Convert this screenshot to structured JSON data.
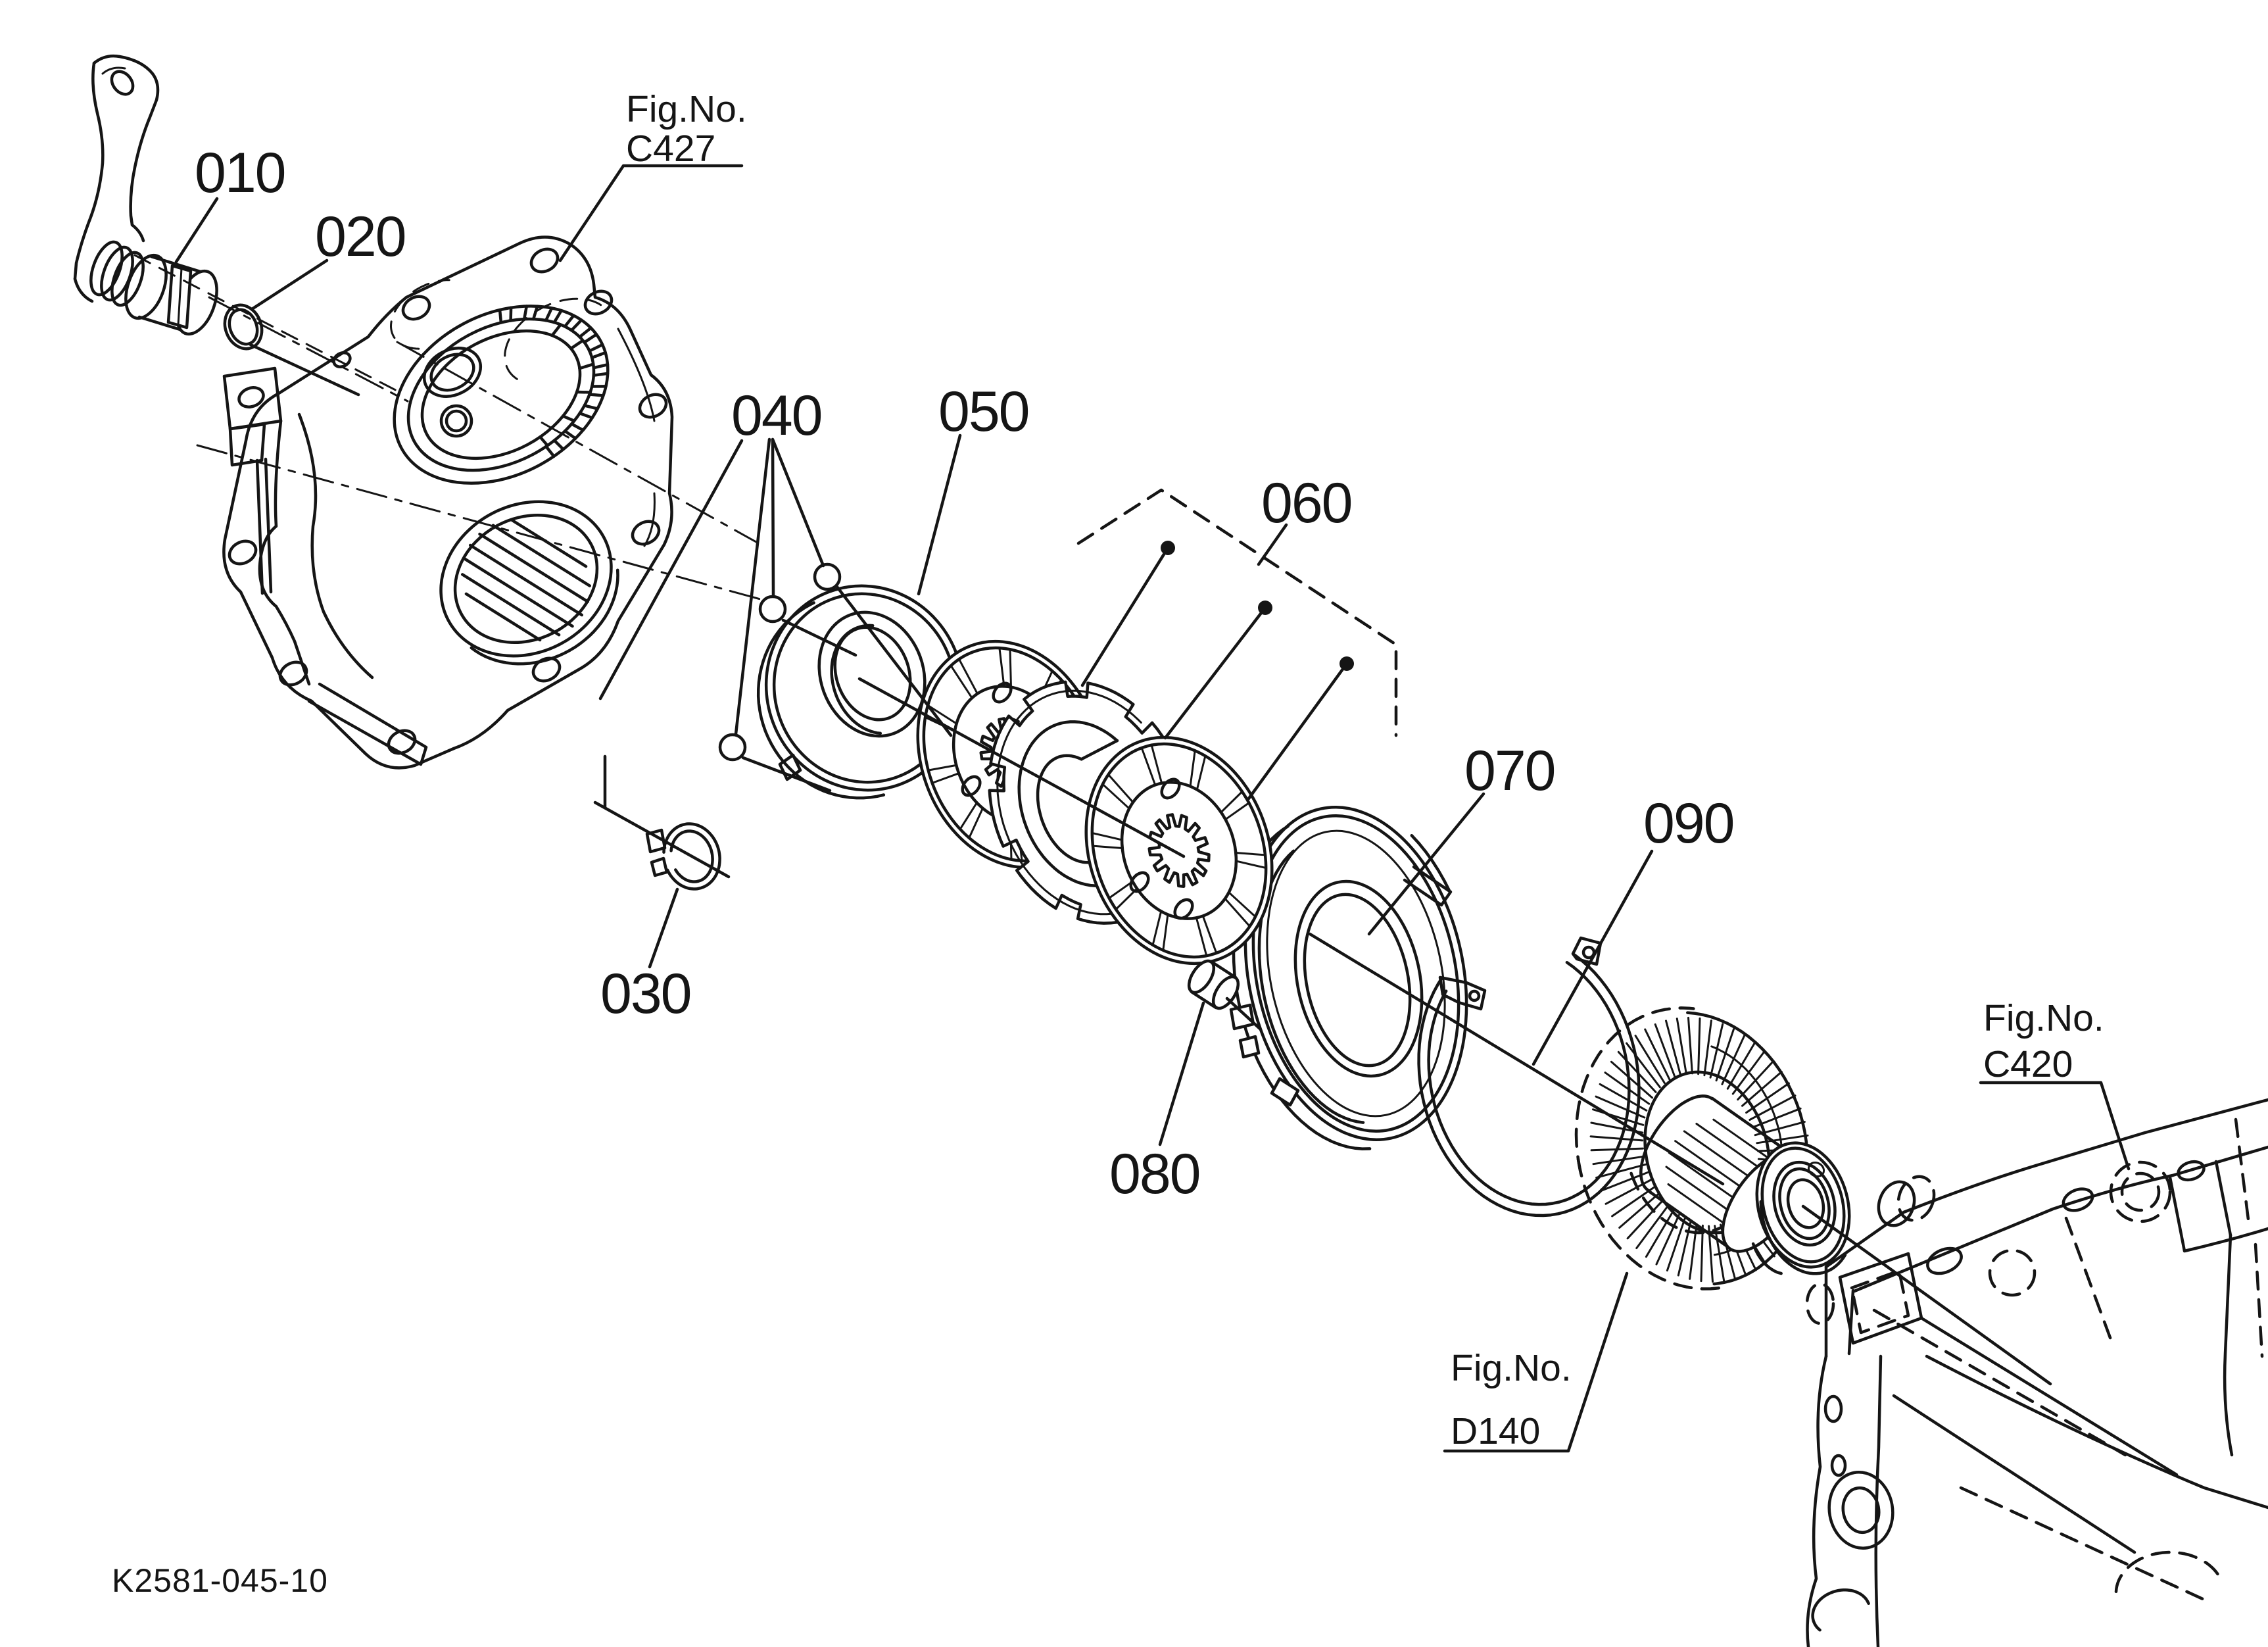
{
  "drawing_code": "K2581-045-10",
  "callouts": {
    "c010": "010",
    "c020": "020",
    "c030": "030",
    "c040": "040",
    "c050": "050",
    "c060": "060",
    "c070": "070",
    "c080": "080",
    "c090": "090"
  },
  "figure_refs": {
    "c427": {
      "label": "Fig.No.",
      "number": "C427"
    },
    "c420": {
      "label": "Fig.No.",
      "number": "C420"
    },
    "d140": {
      "label": "Fig.No.",
      "number": "D140"
    }
  },
  "colors": {
    "line": "#151515",
    "background": "#ffffff"
  }
}
